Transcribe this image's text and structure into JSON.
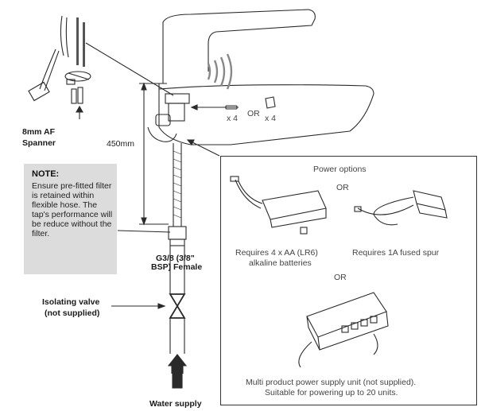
{
  "labels": {
    "spanner": "8mm AF Spanner",
    "spanner_line1": "8mm AF",
    "spanner_line2": "Spanner",
    "height": "450mm",
    "x4_left": "x 4",
    "or_small": "OR",
    "x4_right": "x 4",
    "thread_line1": "G3/8 (3/8\"",
    "thread_line2": "BSP) Female",
    "valve_line1": "Isolating valve",
    "valve_line2": "(not supplied)",
    "water": "Water supply"
  },
  "note": {
    "title": "NOTE:",
    "body": "Ensure pre-fitted filter is retained within flexible hose. The tap's performance will be reduce without the filter."
  },
  "power": {
    "title": "Power options",
    "or1": "OR",
    "battery_line1": "Requires 4 x AA (LR6)",
    "battery_line2": "alkaline batteries",
    "spur": "Requires 1A fused spur",
    "or2": "OR",
    "multi_line1": "Multi product power supply unit (not supplied).",
    "multi_line2": "Suitable for powering up to 20 units."
  },
  "colors": {
    "line": "#2a2a2a",
    "note_bg": "#dcdcdc",
    "sensor_waves": "#888888"
  }
}
